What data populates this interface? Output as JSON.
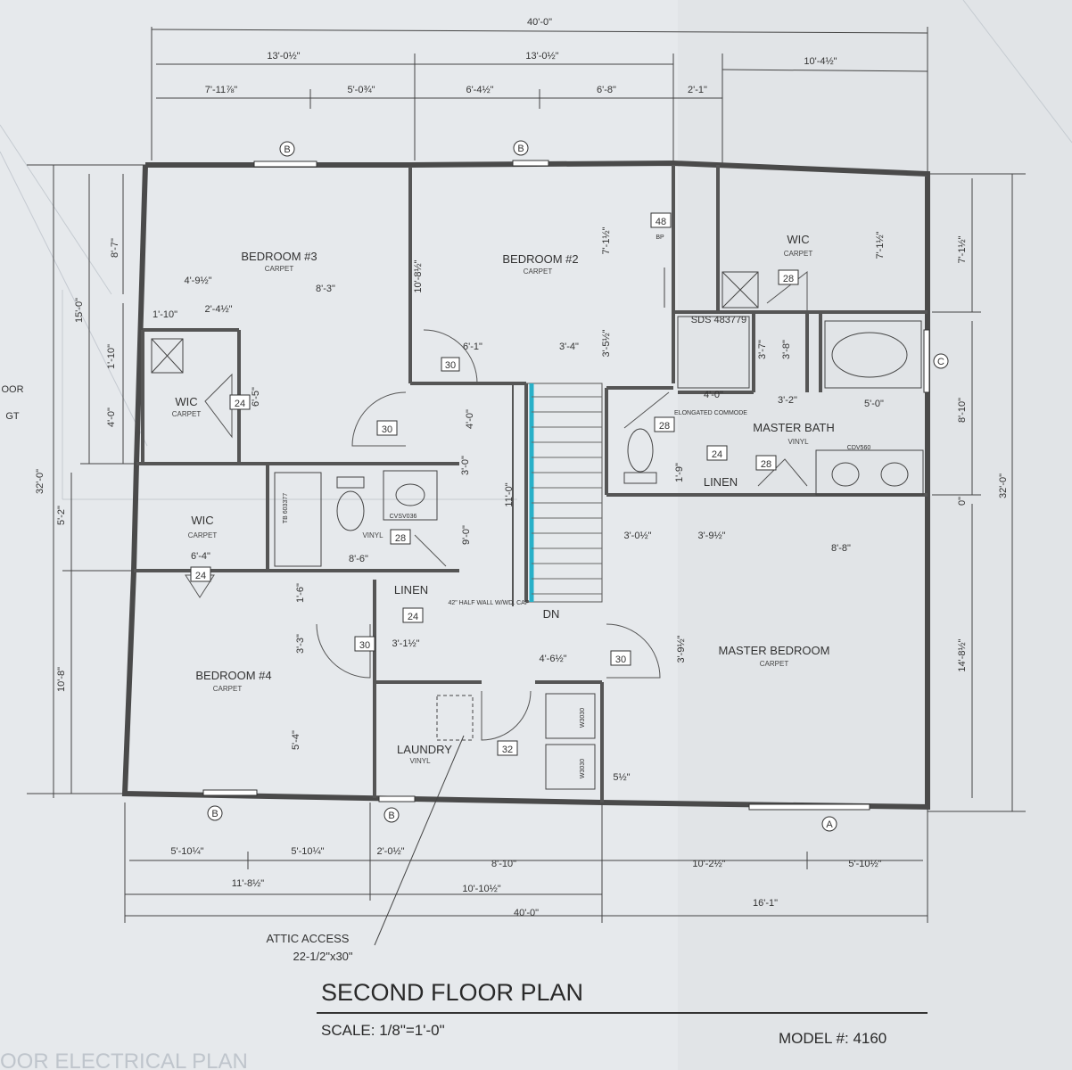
{
  "title": "SECOND FLOOR PLAN",
  "scale": "SCALE: 1/8\"=1'-0\"",
  "model": "MODEL #: 4160",
  "rooms": {
    "bedroom3": "BEDROOM #3",
    "bedroom2": "BEDROOM #2",
    "bedroom4": "BEDROOM #4",
    "master_bedroom": "MASTER BEDROOM",
    "master_bath": "MASTER BATH",
    "laundry": "LAUNDRY",
    "wic": "WIC",
    "linen": "LINEN",
    "carpet": "CARPET",
    "vinyl": "VINYL"
  },
  "labels": {
    "dn": "DN",
    "half_wall": "42\" HALF WALL W/WD. CAP",
    "attic": "ATTIC ACCESS",
    "attic_size": "22-1/2\"x30\"",
    "bp": "BP",
    "elongated": "ELONGATED COMMODE",
    "sds": "SDS 483779",
    "cdv": "CDV560",
    "cvsv": "CVSV036",
    "tb": "TB 603377",
    "w3030": "W3030",
    "w3030b": "W3030",
    "side_floor": "OOR",
    "side_gt": "GT",
    "bottom_faded": "OOR ELECTRICAL PLAN"
  },
  "windows": {
    "a": "A",
    "b": "B",
    "c": "C"
  },
  "doors": {
    "d30": "30",
    "d24": "24",
    "d28": "28",
    "d48": "48",
    "d32": "32"
  },
  "dims": {
    "overall_top": "40'-0\"",
    "top_a": "13'-0½\"",
    "top_b": "13'-0½\"",
    "top_c": "10'-4½\"",
    "top_1": "7'-11⅞\"",
    "top_2": "5'-0¾\"",
    "top_3": "6'-4½\"",
    "top_4": "6'-8\"",
    "top_5": "2'-1\"",
    "left_32": "32'-0\"",
    "left_15": "15'-0\"",
    "left_87": "8'-7\"",
    "left_110": "1'-10\"",
    "left_40": "4'-0\"",
    "left_52": "5'-2\"",
    "left_108": "10'-8\"",
    "right_32": "32'-0\"",
    "right_71": "7'-1½\"",
    "right_810": "8'-10\"",
    "right_0": "0\"",
    "right_148": "14'-8½\"",
    "b3_a": "4'-9½\"",
    "b3_b": "8'-3\"",
    "b3_c": "1'-10\"",
    "b3_d": "2'-4½\"",
    "b3_e": "10'-8½\"",
    "wic_h": "6'-5\"",
    "b2_a": "7'-1½\"",
    "b2_b": "6'-1\"",
    "b2_c": "3'-4\"",
    "b2_d": "3'-5½\"",
    "hall_a": "4'-0\"",
    "hall_b": "3'-0\"",
    "hall_c": "9'-0\"",
    "stair": "11'-0\"",
    "bath_a": "8'-6\"",
    "wic4_a": "6'-4\"",
    "linen_a": "1'-6\"",
    "linen_b": "3'-1½\"",
    "b4_a": "3'-3\"",
    "b4_b": "5'-4\"",
    "hall_d": "4'-6½\"",
    "wic_m": "7'-1½\"",
    "mb_a": "3'-7\"",
    "mb_b": "3'-8\"",
    "mb_c": "4'-0\"",
    "mb_d": "3'-2\"",
    "mb_e": "5'-0\"",
    "mb_f": "1'-9\"",
    "mbr_a": "3'-0½\"",
    "mbr_b": "3'-9½\"",
    "mbr_c": "8'-8\"",
    "mbr_d": "3'-9½\"",
    "laun_a": "5½\"",
    "bot_1": "5'-10¼\"",
    "bot_2": "5'-10¼\"",
    "bot_3": "2'-0½\"",
    "bot_4": "8'-10\"",
    "bot_5": "10'-2½\"",
    "bot_6": "5'-10½\"",
    "bot_7": "11'-8½\"",
    "bot_8": "10'-10½\"",
    "bot_9": "16'-1\"",
    "bot_total": "40'-0\""
  }
}
